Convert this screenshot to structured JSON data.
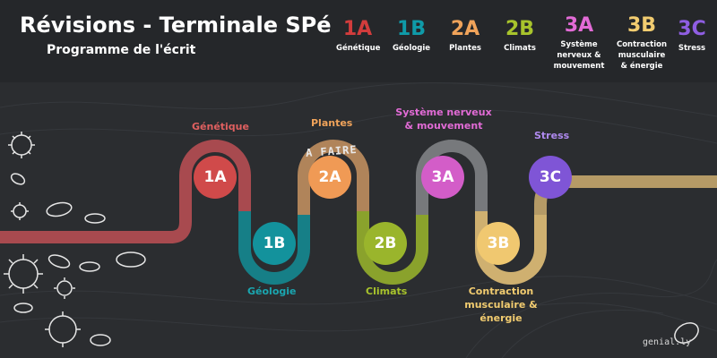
{
  "header": {
    "title": "Révisions - Terminale SPé",
    "subtitle": "Programme de l'écrit"
  },
  "legend": [
    {
      "code": "1A",
      "label": "Génétique",
      "color": "#d23c3c"
    },
    {
      "code": "1B",
      "label": "Géologie",
      "color": "#0f9aa8"
    },
    {
      "code": "2A",
      "label": "Plantes",
      "color": "#f0a35a"
    },
    {
      "code": "2B",
      "label": "Climats",
      "color": "#a8c42c"
    },
    {
      "code": "3A",
      "label": "Système nerveux & mouvement",
      "color": "#e26bd6"
    },
    {
      "code": "3B",
      "label": "Contraction musculaire & énergie",
      "color": "#f2cc70"
    },
    {
      "code": "3C",
      "label": "Stress",
      "color": "#8f5ee2"
    }
  ],
  "road": {
    "pins": [
      {
        "code": "1A",
        "label": "Génétique",
        "color": "#d04a4a",
        "label_color": "#e06060"
      },
      {
        "code": "1B",
        "label": "Géologie",
        "color": "#13929c",
        "label_color": "#1aa6b0"
      },
      {
        "code": "2A",
        "label": "Plantes",
        "color": "#f09a55",
        "label_color": "#f0a35a"
      },
      {
        "code": "2B",
        "label": "Climats",
        "color": "#9ab52c",
        "label_color": "#a8c42c"
      },
      {
        "code": "3A",
        "label": "Système nerveux & mouvement",
        "color": "#d35dc8",
        "label_color": "#e26bd6"
      },
      {
        "code": "3B",
        "label": "Contraction musculaire & énergie",
        "color": "#f0c870",
        "label_color": "#f2cc70"
      },
      {
        "code": "3C",
        "label": "Stress",
        "color": "#7f55d6",
        "label_color": "#b08af0"
      }
    ],
    "stamp": "A FAIRE"
  },
  "watermark": "genial.ly",
  "icons": [
    "virus-icon",
    "bacteria-icon"
  ]
}
